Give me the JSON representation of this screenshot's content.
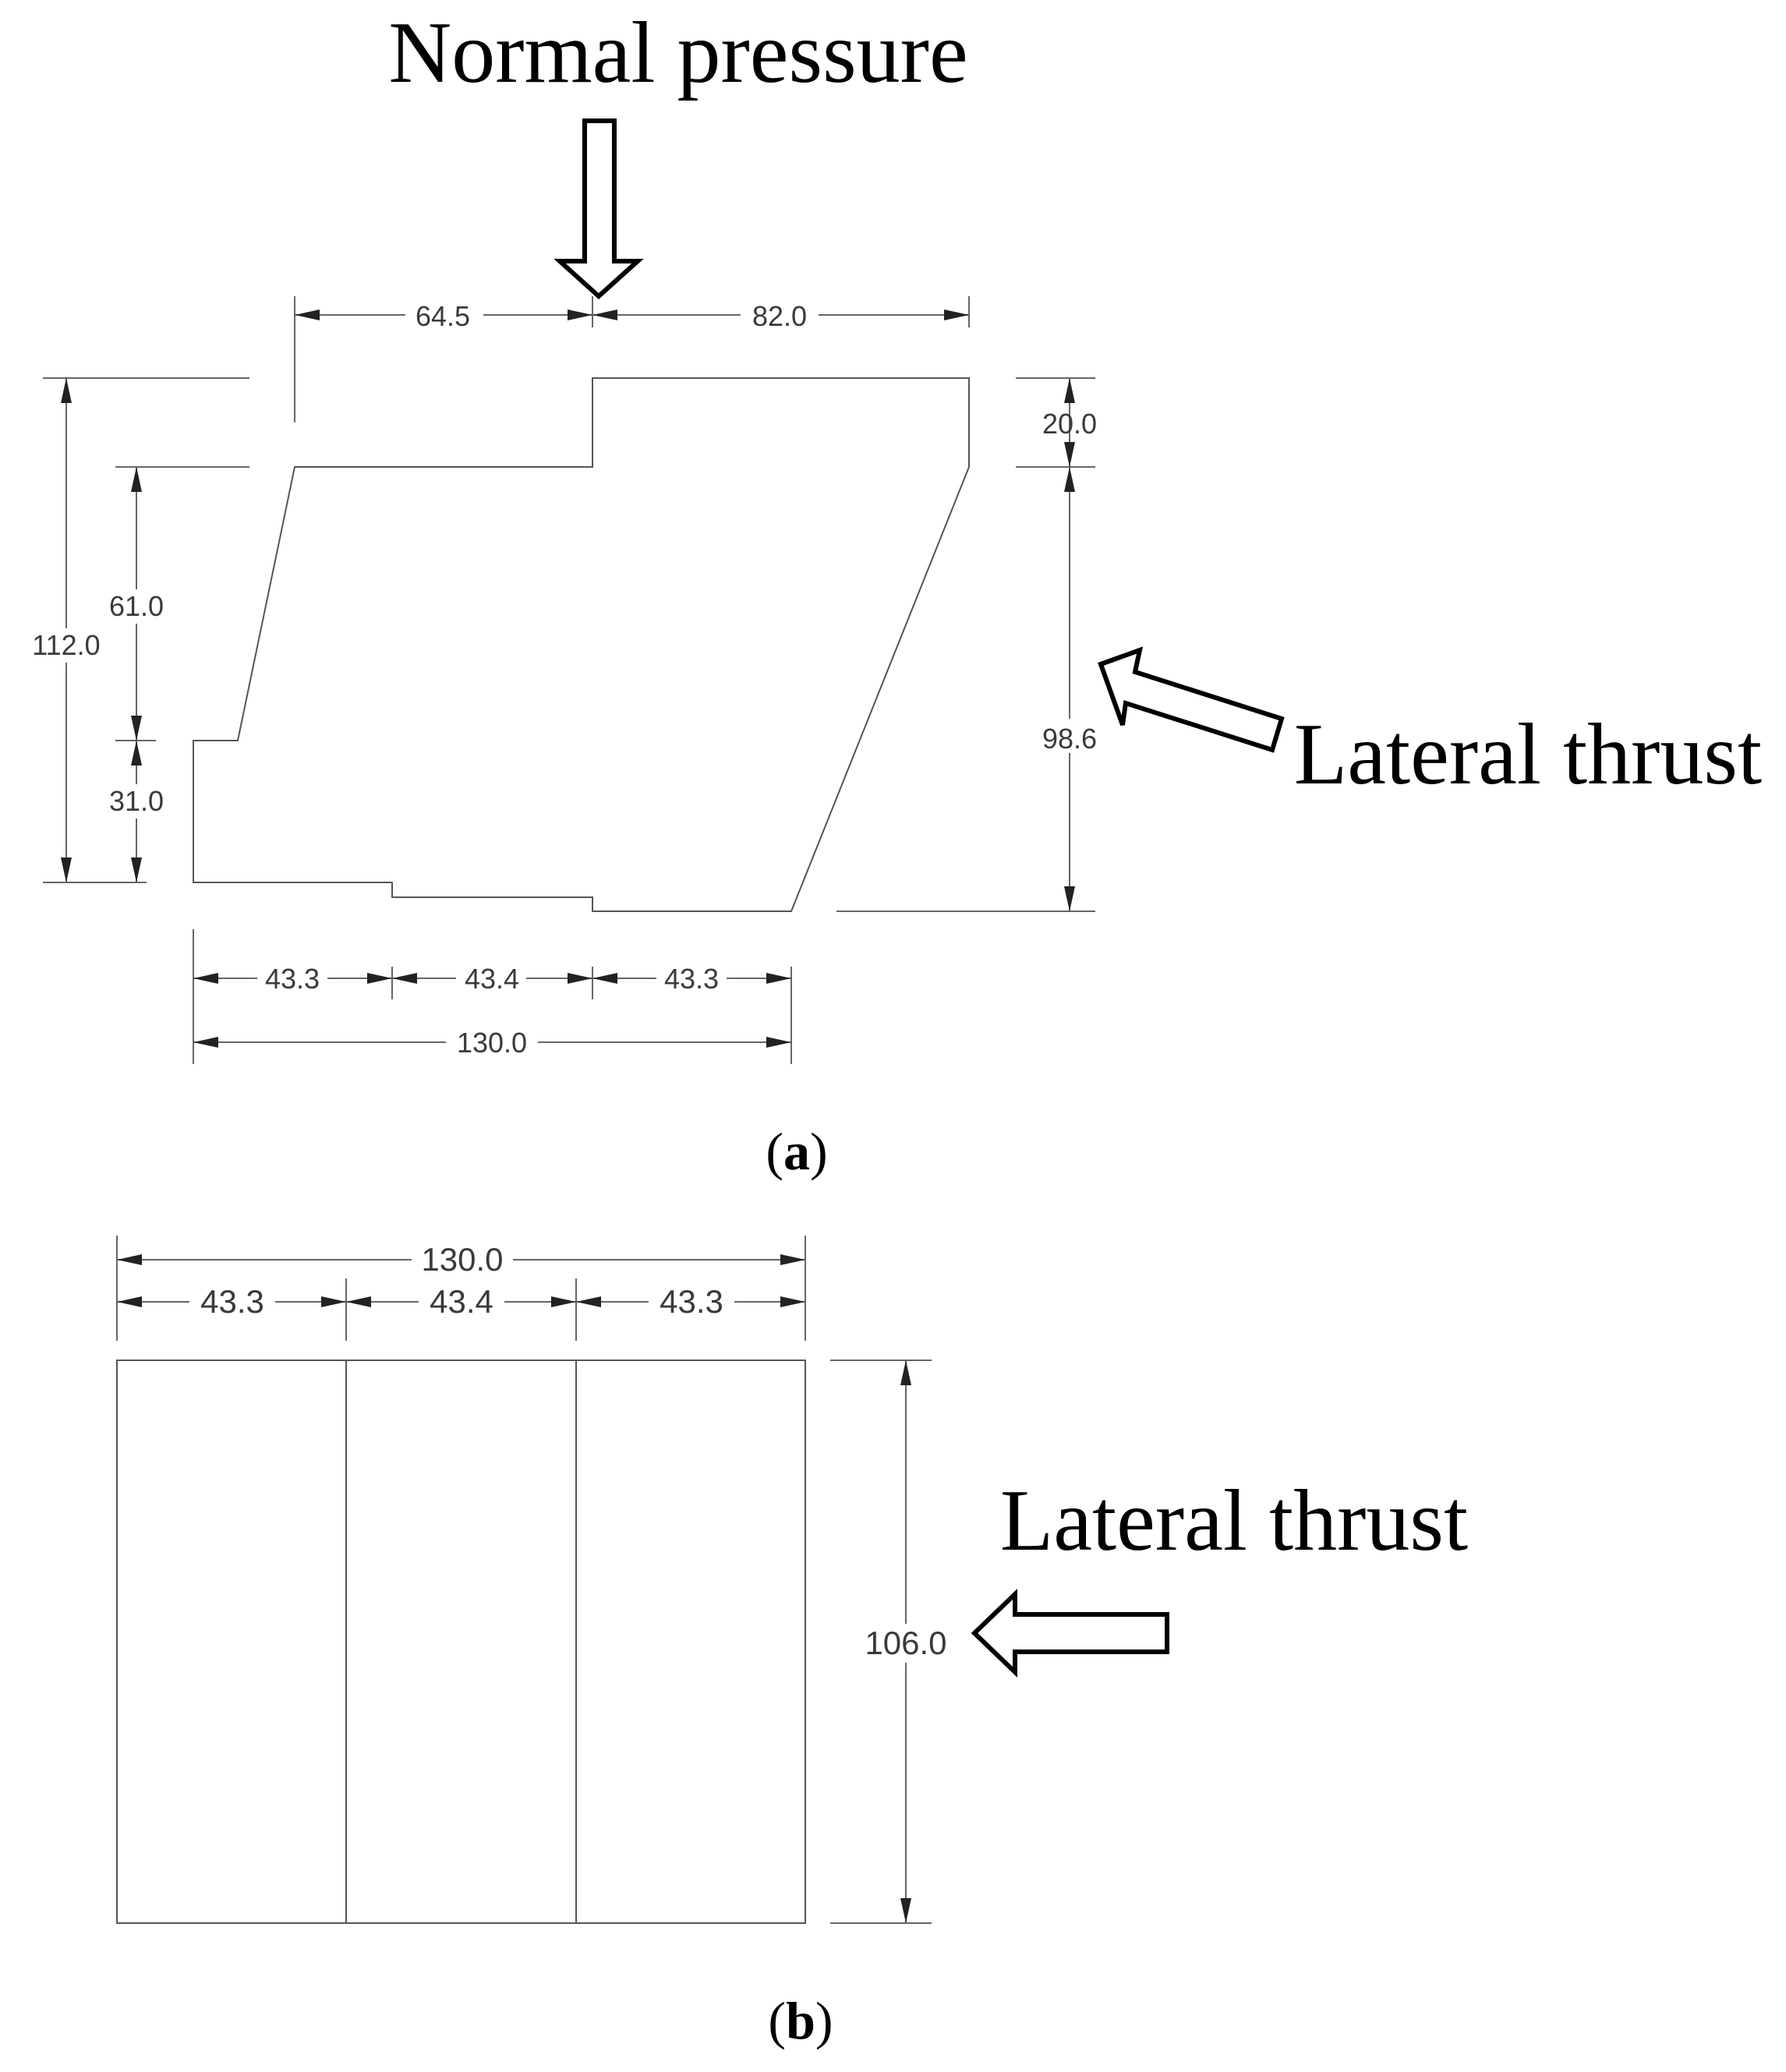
{
  "figure_a": {
    "normal_pressure_label": "Normal pressure",
    "lateral_thrust_label": "Lateral thrust",
    "dimensions": {
      "top_left_width": "64.5",
      "top_right_width": "82.0",
      "right_step_height": "20.0",
      "right_height": "98.6",
      "left_total_height": "112.0",
      "left_upper_height": "61.0",
      "left_lower_height": "31.0",
      "bottom_seg_1": "43.3",
      "bottom_seg_2": "43.4",
      "bottom_seg_3": "43.3",
      "bottom_total": "130.0"
    },
    "caption_open": "(",
    "caption_letter": "a",
    "caption_close": ")"
  },
  "figure_b": {
    "lateral_thrust_label": "Lateral thrust",
    "dimensions": {
      "top_total": "130.0",
      "top_seg_1": "43.3",
      "top_seg_2": "43.4",
      "top_seg_3": "43.3",
      "right_height": "106.0"
    },
    "caption_open": "(",
    "caption_letter": "b",
    "caption_close": ")"
  }
}
